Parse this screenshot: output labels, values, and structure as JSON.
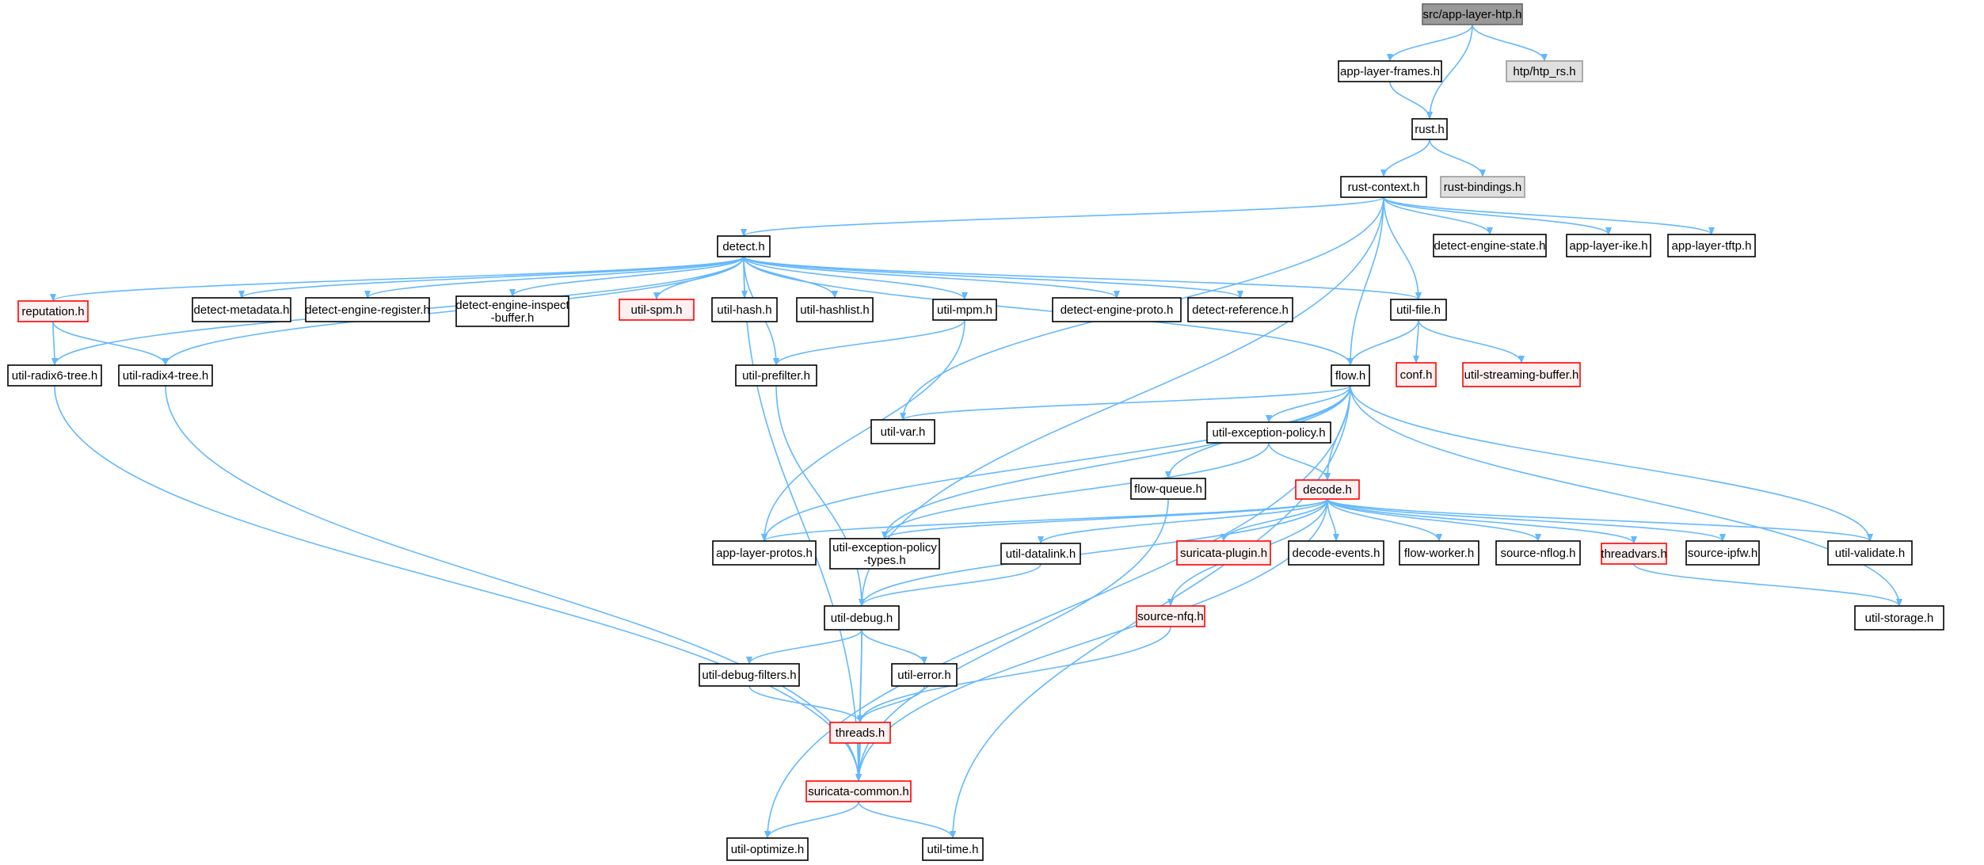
{
  "colors": {
    "edge": "#63b8ff",
    "root_fill": "#999999",
    "root_stroke": "#666666",
    "external_fill": "#e0e0e0",
    "external_stroke": "#999999",
    "normal_fill": "#ffffff",
    "normal_stroke": "#000000",
    "truncated_fill": "#fff0f0",
    "truncated_stroke": "#ff0000"
  },
  "nodes": [
    {
      "id": "root",
      "lines": [
        "src/app-layer-htp.h"
      ],
      "style": "root"
    },
    {
      "id": "frames",
      "lines": [
        "app-layer-frames.h"
      ],
      "style": "normal"
    },
    {
      "id": "htp_rs",
      "lines": [
        "htp/htp_rs.h"
      ],
      "style": "external"
    },
    {
      "id": "rust",
      "lines": [
        "rust.h"
      ],
      "style": "normal"
    },
    {
      "id": "rustbind",
      "lines": [
        "rust-bindings.h"
      ],
      "style": "external"
    },
    {
      "id": "rustctx",
      "lines": [
        "rust-context.h"
      ],
      "style": "normal"
    },
    {
      "id": "detect",
      "lines": [
        "detect.h"
      ],
      "style": "normal"
    },
    {
      "id": "des",
      "lines": [
        "detect-engine-state.h"
      ],
      "style": "normal"
    },
    {
      "id": "ike",
      "lines": [
        "app-layer-ike.h"
      ],
      "style": "normal"
    },
    {
      "id": "tftp",
      "lines": [
        "app-layer-tftp.h"
      ],
      "style": "normal"
    },
    {
      "id": "reputation",
      "lines": [
        "reputation.h"
      ],
      "style": "truncated"
    },
    {
      "id": "dmeta",
      "lines": [
        "detect-metadata.h"
      ],
      "style": "normal"
    },
    {
      "id": "dereg",
      "lines": [
        "detect-engine-register.h"
      ],
      "style": "normal"
    },
    {
      "id": "deinsp",
      "lines": [
        "detect-engine-inspect",
        "-buffer.h"
      ],
      "style": "normal"
    },
    {
      "id": "spm",
      "lines": [
        "util-spm.h"
      ],
      "style": "truncated"
    },
    {
      "id": "uhash",
      "lines": [
        "util-hash.h"
      ],
      "style": "normal"
    },
    {
      "id": "uhashlist",
      "lines": [
        "util-hashlist.h"
      ],
      "style": "normal"
    },
    {
      "id": "mpm",
      "lines": [
        "util-mpm.h"
      ],
      "style": "normal"
    },
    {
      "id": "deproto",
      "lines": [
        "detect-engine-proto.h"
      ],
      "style": "normal"
    },
    {
      "id": "dref",
      "lines": [
        "detect-reference.h"
      ],
      "style": "normal"
    },
    {
      "id": "ufile",
      "lines": [
        "util-file.h"
      ],
      "style": "normal"
    },
    {
      "id": "radix6",
      "lines": [
        "util-radix6-tree.h"
      ],
      "style": "normal"
    },
    {
      "id": "radix4",
      "lines": [
        "util-radix4-tree.h"
      ],
      "style": "normal"
    },
    {
      "id": "prefilter",
      "lines": [
        "util-prefilter.h"
      ],
      "style": "normal"
    },
    {
      "id": "flow",
      "lines": [
        "flow.h"
      ],
      "style": "normal"
    },
    {
      "id": "conf",
      "lines": [
        "conf.h"
      ],
      "style": "truncated"
    },
    {
      "id": "streambuf",
      "lines": [
        "util-streaming-buffer.h"
      ],
      "style": "truncated"
    },
    {
      "id": "uvar",
      "lines": [
        "util-var.h"
      ],
      "style": "normal"
    },
    {
      "id": "uexcpol",
      "lines": [
        "util-exception-policy.h"
      ],
      "style": "normal"
    },
    {
      "id": "fqueue",
      "lines": [
        "flow-queue.h"
      ],
      "style": "normal"
    },
    {
      "id": "decode",
      "lines": [
        "decode.h"
      ],
      "style": "truncated"
    },
    {
      "id": "alprotos",
      "lines": [
        "app-layer-protos.h"
      ],
      "style": "normal"
    },
    {
      "id": "uexcpoltypes",
      "lines": [
        "util-exception-policy",
        "-types.h"
      ],
      "style": "normal"
    },
    {
      "id": "udatalink",
      "lines": [
        "util-datalink.h"
      ],
      "style": "normal"
    },
    {
      "id": "splugin",
      "lines": [
        "suricata-plugin.h"
      ],
      "style": "truncated"
    },
    {
      "id": "devents",
      "lines": [
        "decode-events.h"
      ],
      "style": "normal"
    },
    {
      "id": "fworker",
      "lines": [
        "flow-worker.h"
      ],
      "style": "normal"
    },
    {
      "id": "snflog",
      "lines": [
        "source-nflog.h"
      ],
      "style": "normal"
    },
    {
      "id": "tvars",
      "lines": [
        "threadvars.h"
      ],
      "style": "truncated"
    },
    {
      "id": "sipfw",
      "lines": [
        "source-ipfw.h"
      ],
      "style": "normal"
    },
    {
      "id": "uvalidate",
      "lines": [
        "util-validate.h"
      ],
      "style": "normal"
    },
    {
      "id": "snfq",
      "lines": [
        "source-nfq.h"
      ],
      "style": "truncated"
    },
    {
      "id": "udebug",
      "lines": [
        "util-debug.h"
      ],
      "style": "normal"
    },
    {
      "id": "ustorage",
      "lines": [
        "util-storage.h"
      ],
      "style": "normal"
    },
    {
      "id": "udf",
      "lines": [
        "util-debug-filters.h"
      ],
      "style": "normal"
    },
    {
      "id": "uerror",
      "lines": [
        "util-error.h"
      ],
      "style": "normal"
    },
    {
      "id": "threads",
      "lines": [
        "threads.h"
      ],
      "style": "truncated"
    },
    {
      "id": "scommon",
      "lines": [
        "suricata-common.h"
      ],
      "style": "truncated"
    },
    {
      "id": "uopt",
      "lines": [
        "util-optimize.h"
      ],
      "style": "normal"
    },
    {
      "id": "utime",
      "lines": [
        "util-time.h"
      ],
      "style": "normal"
    }
  ],
  "edges": [
    [
      "root",
      "frames"
    ],
    [
      "root",
      "htp_rs"
    ],
    [
      "root",
      "rust"
    ],
    [
      "frames",
      "rust"
    ],
    [
      "rust",
      "rustctx"
    ],
    [
      "rust",
      "rustbind"
    ],
    [
      "rustctx",
      "detect"
    ],
    [
      "rustctx",
      "des"
    ],
    [
      "rustctx",
      "ike"
    ],
    [
      "rustctx",
      "tftp"
    ],
    [
      "rustctx",
      "ufile"
    ],
    [
      "rustctx",
      "flow"
    ],
    [
      "rustctx",
      "uvar"
    ],
    [
      "rustctx",
      "udebug"
    ],
    [
      "detect",
      "reputation"
    ],
    [
      "detect",
      "dmeta"
    ],
    [
      "detect",
      "dereg"
    ],
    [
      "detect",
      "deinsp"
    ],
    [
      "detect",
      "spm"
    ],
    [
      "detect",
      "uhash"
    ],
    [
      "detect",
      "uhashlist"
    ],
    [
      "detect",
      "mpm"
    ],
    [
      "detect",
      "deproto"
    ],
    [
      "detect",
      "dref"
    ],
    [
      "detect",
      "ufile"
    ],
    [
      "detect",
      "radix6"
    ],
    [
      "detect",
      "radix4"
    ],
    [
      "detect",
      "prefilter"
    ],
    [
      "detect",
      "flow"
    ],
    [
      "detect",
      "scommon"
    ],
    [
      "reputation",
      "radix6"
    ],
    [
      "reputation",
      "radix4"
    ],
    [
      "radix6",
      "scommon"
    ],
    [
      "radix4",
      "scommon"
    ],
    [
      "mpm",
      "prefilter"
    ],
    [
      "mpm",
      "alprotos"
    ],
    [
      "prefilter",
      "udebug"
    ],
    [
      "ufile",
      "flow"
    ],
    [
      "ufile",
      "conf"
    ],
    [
      "ufile",
      "streambuf"
    ],
    [
      "flow",
      "uvar"
    ],
    [
      "flow",
      "uexcpol"
    ],
    [
      "flow",
      "fqueue"
    ],
    [
      "flow",
      "decode"
    ],
    [
      "flow",
      "alprotos"
    ],
    [
      "flow",
      "uexcpoltypes"
    ],
    [
      "flow",
      "uvalidate"
    ],
    [
      "flow",
      "ustorage"
    ],
    [
      "flow",
      "uopt"
    ],
    [
      "flow",
      "utime"
    ],
    [
      "uexcpol",
      "decode"
    ],
    [
      "uexcpol",
      "uexcpoltypes"
    ],
    [
      "fqueue",
      "scommon"
    ],
    [
      "decode",
      "alprotos"
    ],
    [
      "decode",
      "uexcpoltypes"
    ],
    [
      "decode",
      "udatalink"
    ],
    [
      "decode",
      "splugin"
    ],
    [
      "decode",
      "devents"
    ],
    [
      "decode",
      "fworker"
    ],
    [
      "decode",
      "snflog"
    ],
    [
      "decode",
      "tvars"
    ],
    [
      "decode",
      "sipfw"
    ],
    [
      "decode",
      "uvalidate"
    ],
    [
      "decode",
      "snfq"
    ],
    [
      "decode",
      "udebug"
    ],
    [
      "decode",
      "scommon"
    ],
    [
      "udatalink",
      "udebug"
    ],
    [
      "tvars",
      "ustorage"
    ],
    [
      "snfq",
      "threads"
    ],
    [
      "udebug",
      "udf"
    ],
    [
      "udebug",
      "uerror"
    ],
    [
      "udebug",
      "threads"
    ],
    [
      "udebug",
      "scommon"
    ],
    [
      "udf",
      "threads"
    ],
    [
      "uerror",
      "threads"
    ],
    [
      "threads",
      "scommon"
    ],
    [
      "scommon",
      "uopt"
    ],
    [
      "scommon",
      "utime"
    ]
  ]
}
